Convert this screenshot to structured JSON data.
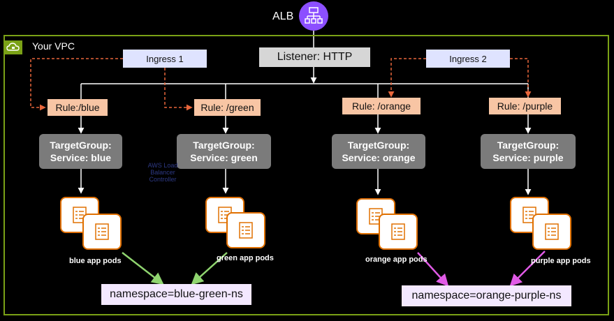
{
  "alb_label": "ALB",
  "vpc_label": "Your VPC",
  "listener": "Listener: HTTP",
  "ingresses": [
    "Ingress 1",
    "Ingress 2"
  ],
  "rules": [
    "Rule:/blue",
    "Rule: /green",
    "Rule: /orange",
    "Rule: /purple"
  ],
  "target_groups": [
    {
      "line1": "TargetGroup:",
      "line2": "Service: blue"
    },
    {
      "line1": "TargetGroup:",
      "line2": "Service: green"
    },
    {
      "line1": "TargetGroup:",
      "line2": "Service: orange"
    },
    {
      "line1": "TargetGroup:",
      "line2": "Service: purple"
    }
  ],
  "pods": [
    "blue app pods",
    "green app pods",
    "orange app pods",
    "purple app pods"
  ],
  "namespaces": [
    "namespace=blue-green-ns",
    "namespace=orange-purple-ns"
  ],
  "faint_text": "AWS Load Balancer Controller",
  "colors": {
    "vpc_border": "#7aa116",
    "alb_icon": "#8c4fff",
    "rule_bg": "#f8c5a4",
    "ingress_bg": "#dfe3ff",
    "target_group_bg": "#7b7b7b",
    "pod_border": "#e07000",
    "namespace_bg": "#f3e8ff",
    "dashed_orange": "#e8663b",
    "arrow_green": "#8fd46f",
    "arrow_magenta": "#e05ae6"
  },
  "icons": [
    "alb-icon",
    "vpc-cloud-icon",
    "pod-list-icon"
  ]
}
